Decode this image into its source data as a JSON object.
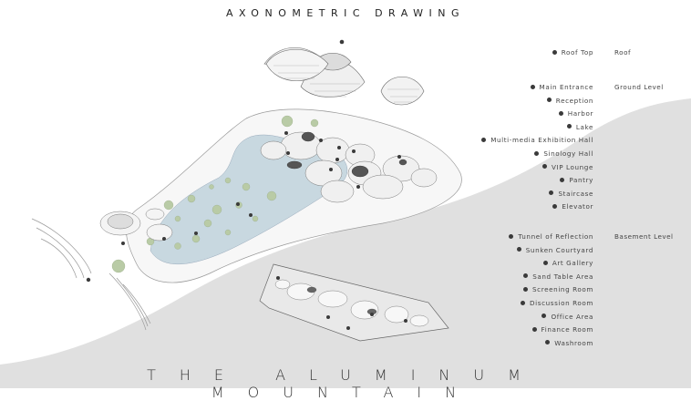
{
  "title_top": "AXONOMETRIC DRAWING",
  "title_bottom": "THE ALUMINUM MOUNTAIN",
  "legend": {
    "roof": {
      "group_label": "Roof",
      "items": [
        "Roof Top"
      ]
    },
    "ground": {
      "group_label": "Ground Level",
      "items": [
        "Main Entrance",
        "Reception",
        "Harbor",
        "Lake",
        "Multi-media Exhibition Hall",
        "Sinology Hall",
        "VIP Lounge",
        "Pantry",
        "Staircase",
        "Elevator"
      ]
    },
    "basement": {
      "group_label": "Basement Level",
      "items": [
        "Tunnel of Reflection",
        "Sunken Courtyard",
        "Art Gallery",
        "Sand Table Area",
        "Screening Room",
        "Discussion Room",
        "Office Area",
        "Finance Room",
        "Washroom"
      ]
    }
  },
  "colors": {
    "water": "#c8d8e0",
    "lily_pad": "#b9cba6",
    "terrain": "#e0e0e0",
    "marker": "#3a3a3a"
  }
}
